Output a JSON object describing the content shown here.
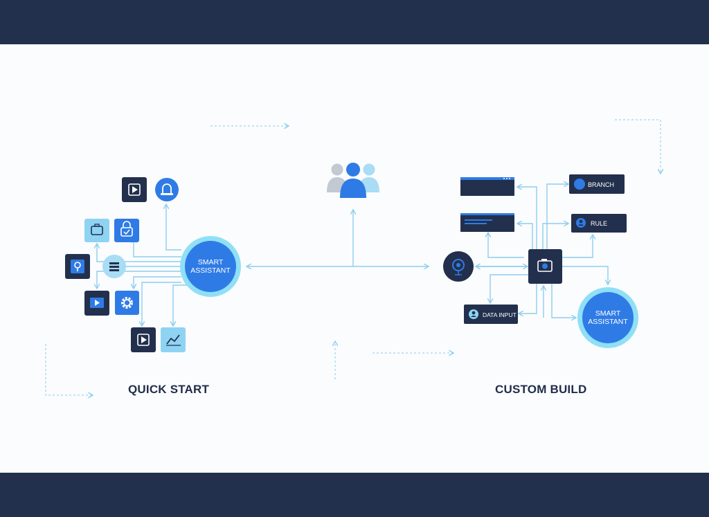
{
  "left_panel": {
    "caption": "QUICK START",
    "hub": {
      "line1": "SMART",
      "line2": "ASSISTANT"
    }
  },
  "right_panel": {
    "caption": "CUSTOM BUILD",
    "hub": {
      "line1": "SMART",
      "line2": "ASSISTANT"
    },
    "nodes": {
      "branch": "BRANCH",
      "rule": "RULE",
      "data_input": "DATA INPUT"
    }
  },
  "colors": {
    "navy": "#22304d",
    "blue": "#2f7be6",
    "light_blue": "#8fd3f3",
    "arrow": "#8ccdf0"
  }
}
